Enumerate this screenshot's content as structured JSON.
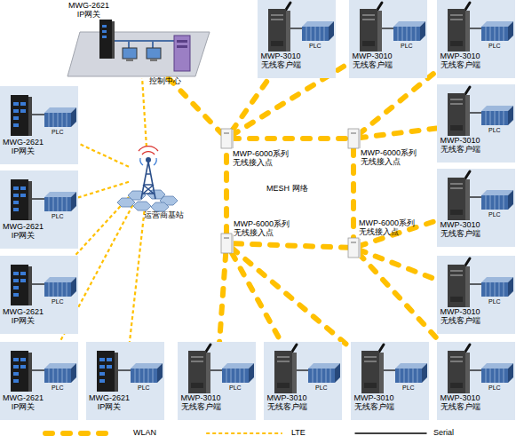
{
  "diagram": {
    "nodes": [
      {
        "text": [
          "MWG-2621 IP网关",
          "控制中心"
        ]
      },
      {
        "text": [
          "MWP-3010 无线客户端",
          "PLC"
        ]
      },
      {
        "text": [
          "MWP-3010 无线客户端",
          "PLC"
        ]
      },
      {
        "text": [
          "MWP-3010 无线客户端",
          "PLC"
        ]
      },
      {
        "text": [
          "MWG-2621 IP网关",
          "PLC"
        ]
      },
      {
        "text": [
          "MWP-6000系列 无线接入点"
        ]
      },
      {
        "text": [
          "MWP-6000系列 无线接入点"
        ]
      },
      {
        "text": [
          "MWP-3010 无线客户端",
          "PLC"
        ]
      },
      {
        "text": [
          "MWG-2621 IP网关",
          "PLC"
        ]
      },
      {
        "text": [
          "运营商基站"
        ]
      },
      {
        "text": [
          "MWP-3010 无线客户端",
          "PLC"
        ]
      },
      {
        "text": [
          "MWP-6000系列 无线接入点"
        ]
      },
      {
        "text": [
          "MWP-6000系列 无线接入点"
        ]
      },
      {
        "text": [
          "MWG-2621 IP网关",
          "PLC"
        ]
      },
      {
        "text": [
          "MWP-3010 无线客户端",
          "PLC"
        ]
      },
      {
        "text": [
          "MWG-2621 IP网关",
          "PLC"
        ]
      },
      {
        "text": [
          "MWG-2621 IP网关",
          "PLC"
        ]
      },
      {
        "text": [
          "MWP-3010 无线客户端",
          "PLC"
        ]
      },
      {
        "text": [
          "MWP-3010 无线客户端",
          "PLC"
        ]
      },
      {
        "text": [
          "MWP-3010 无线客户端",
          "PLC"
        ]
      },
      {
        "text": [
          "MWP-3010 无线客户端",
          "PLC"
        ]
      }
    ],
    "edges": [
      {
        "from": 9,
        "to": 0,
        "arrow": "none"
      },
      {
        "from": 9,
        "to": 4,
        "arrow": "none"
      },
      {
        "from": 9,
        "to": 8,
        "arrow": "none"
      },
      {
        "from": 9,
        "to": 13,
        "arrow": "none"
      },
      {
        "from": 9,
        "to": 15,
        "arrow": "none"
      },
      {
        "from": 9,
        "to": 16,
        "arrow": "none"
      },
      {
        "from": 0,
        "to": 5,
        "arrow": "none"
      },
      {
        "from": 5,
        "to": 1,
        "arrow": "none"
      },
      {
        "from": 5,
        "to": 2,
        "arrow": "none"
      },
      {
        "from": 6,
        "to": 3,
        "arrow": "none"
      },
      {
        "from": 6,
        "to": 7,
        "arrow": "none"
      },
      {
        "from": 5,
        "to": 6,
        "arrow": "none"
      },
      {
        "from": 6,
        "to": 12,
        "arrow": "none"
      },
      {
        "from": 12,
        "to": 11,
        "arrow": "none"
      },
      {
        "from": 11,
        "to": 5,
        "arrow": "none"
      },
      {
        "from": 11,
        "to": 17,
        "arrow": "none"
      },
      {
        "from": 11,
        "to": 18,
        "arrow": "none"
      },
      {
        "from": 11,
        "to": 19,
        "arrow": "none"
      },
      {
        "from": 12,
        "to": 10,
        "arrow": "none"
      },
      {
        "from": 12,
        "to": 14,
        "arrow": "none"
      },
      {
        "from": 12,
        "to": 20,
        "arrow": "none"
      }
    ],
    "labels": [
      "MESH 网络"
    ],
    "legend": [
      {
        "text": "WLAN"
      },
      {
        "text": "LTE"
      },
      {
        "text": "Serial"
      }
    ]
  }
}
